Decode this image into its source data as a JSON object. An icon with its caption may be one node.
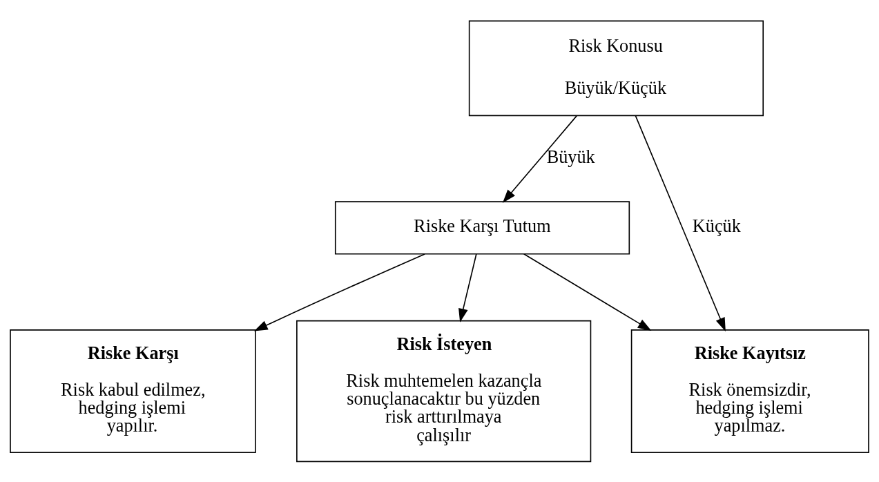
{
  "diagram": {
    "nodes": [
      {
        "text": [
          "Risk Konusu",
          "Büyük/Küçük"
        ]
      },
      {
        "text": [
          "Riske Karşı Tutum"
        ]
      },
      {
        "text": [
          "Riske Karşı",
          "Risk kabul edilmez, hedging işlemi yapılır."
        ]
      },
      {
        "text": [
          "Risk İsteyen",
          "Risk muhtemelen kazançla sonuçlanacaktır bu yüzden risk arttırılmaya çalışılır"
        ]
      },
      {
        "text": [
          "Riske Kayıtsız",
          "Risk önemsizdir, hedging işlemi yapılmaz."
        ]
      }
    ],
    "edges": [
      {
        "from": 0,
        "to": 1,
        "arrow": "to",
        "label": "Büyük"
      },
      {
        "from": 0,
        "to": 4,
        "arrow": "to",
        "label": "Küçük"
      },
      {
        "from": 1,
        "to": 2,
        "arrow": "to"
      },
      {
        "from": 1,
        "to": 3,
        "arrow": "to"
      },
      {
        "from": 1,
        "to": 4,
        "arrow": "to"
      }
    ]
  }
}
